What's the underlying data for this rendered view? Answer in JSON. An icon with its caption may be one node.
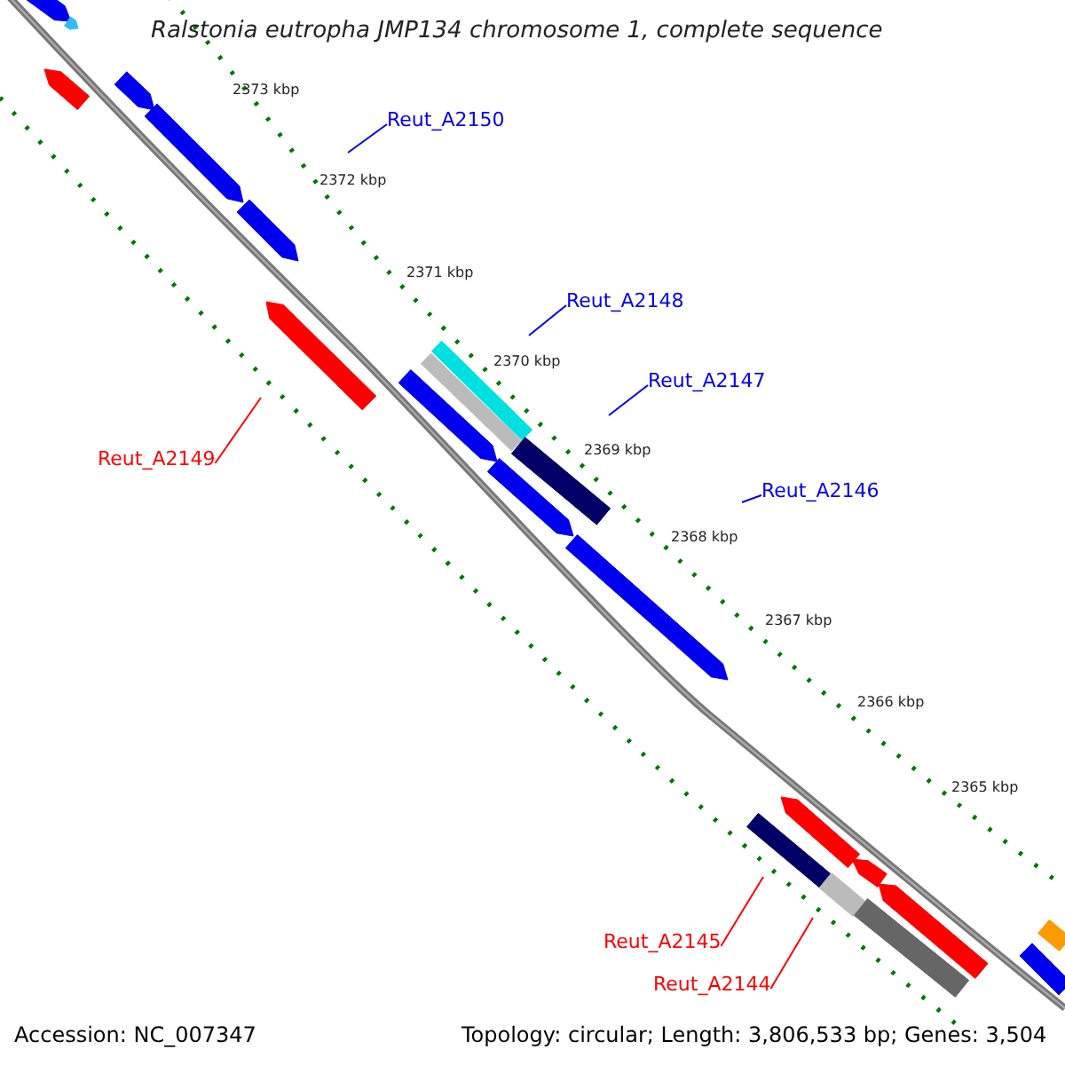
{
  "diagram": {
    "title": "Ralstonia eutropha JMP134 chromosome 1, complete sequence",
    "nodes": [
      {
        "text": [
          "Reut_A2150"
        ]
      },
      {
        "text": [
          "Reut_A2148"
        ]
      },
      {
        "text": [
          "Reut_A2147"
        ]
      },
      {
        "text": [
          "Reut_A2149"
        ]
      },
      {
        "text": [
          "Reut_A2146"
        ]
      },
      {
        "text": [
          "Reut_A2145"
        ]
      },
      {
        "text": [
          "Reut_A2144"
        ]
      }
    ],
    "edges": [
      {
        "from": 0,
        "to": null,
        "arrow": "none"
      },
      {
        "from": 1,
        "to": null,
        "arrow": "none"
      },
      {
        "from": 2,
        "to": null,
        "arrow": "none"
      },
      {
        "from": 3,
        "to": null,
        "arrow": "none",
        "color": "#ff0000"
      },
      {
        "from": 4,
        "to": null,
        "arrow": "none"
      },
      {
        "from": 5,
        "to": null,
        "arrow": "none",
        "color": "#ff0000"
      },
      {
        "from": 6,
        "to": null,
        "arrow": "none",
        "color": "#ff0000"
      }
    ],
    "labels": [
      "2373 kbp",
      "2372 kbp",
      "2371 kbp",
      "2370 kbp",
      "2369 kbp",
      "2368 kbp",
      "2367 kbp",
      "2366 kbp",
      "2365 kbp",
      "Accession: NC_007347",
      "Topology: circular; Length: 3,806,533 bp; Genes: 3,504"
    ]
  }
}
